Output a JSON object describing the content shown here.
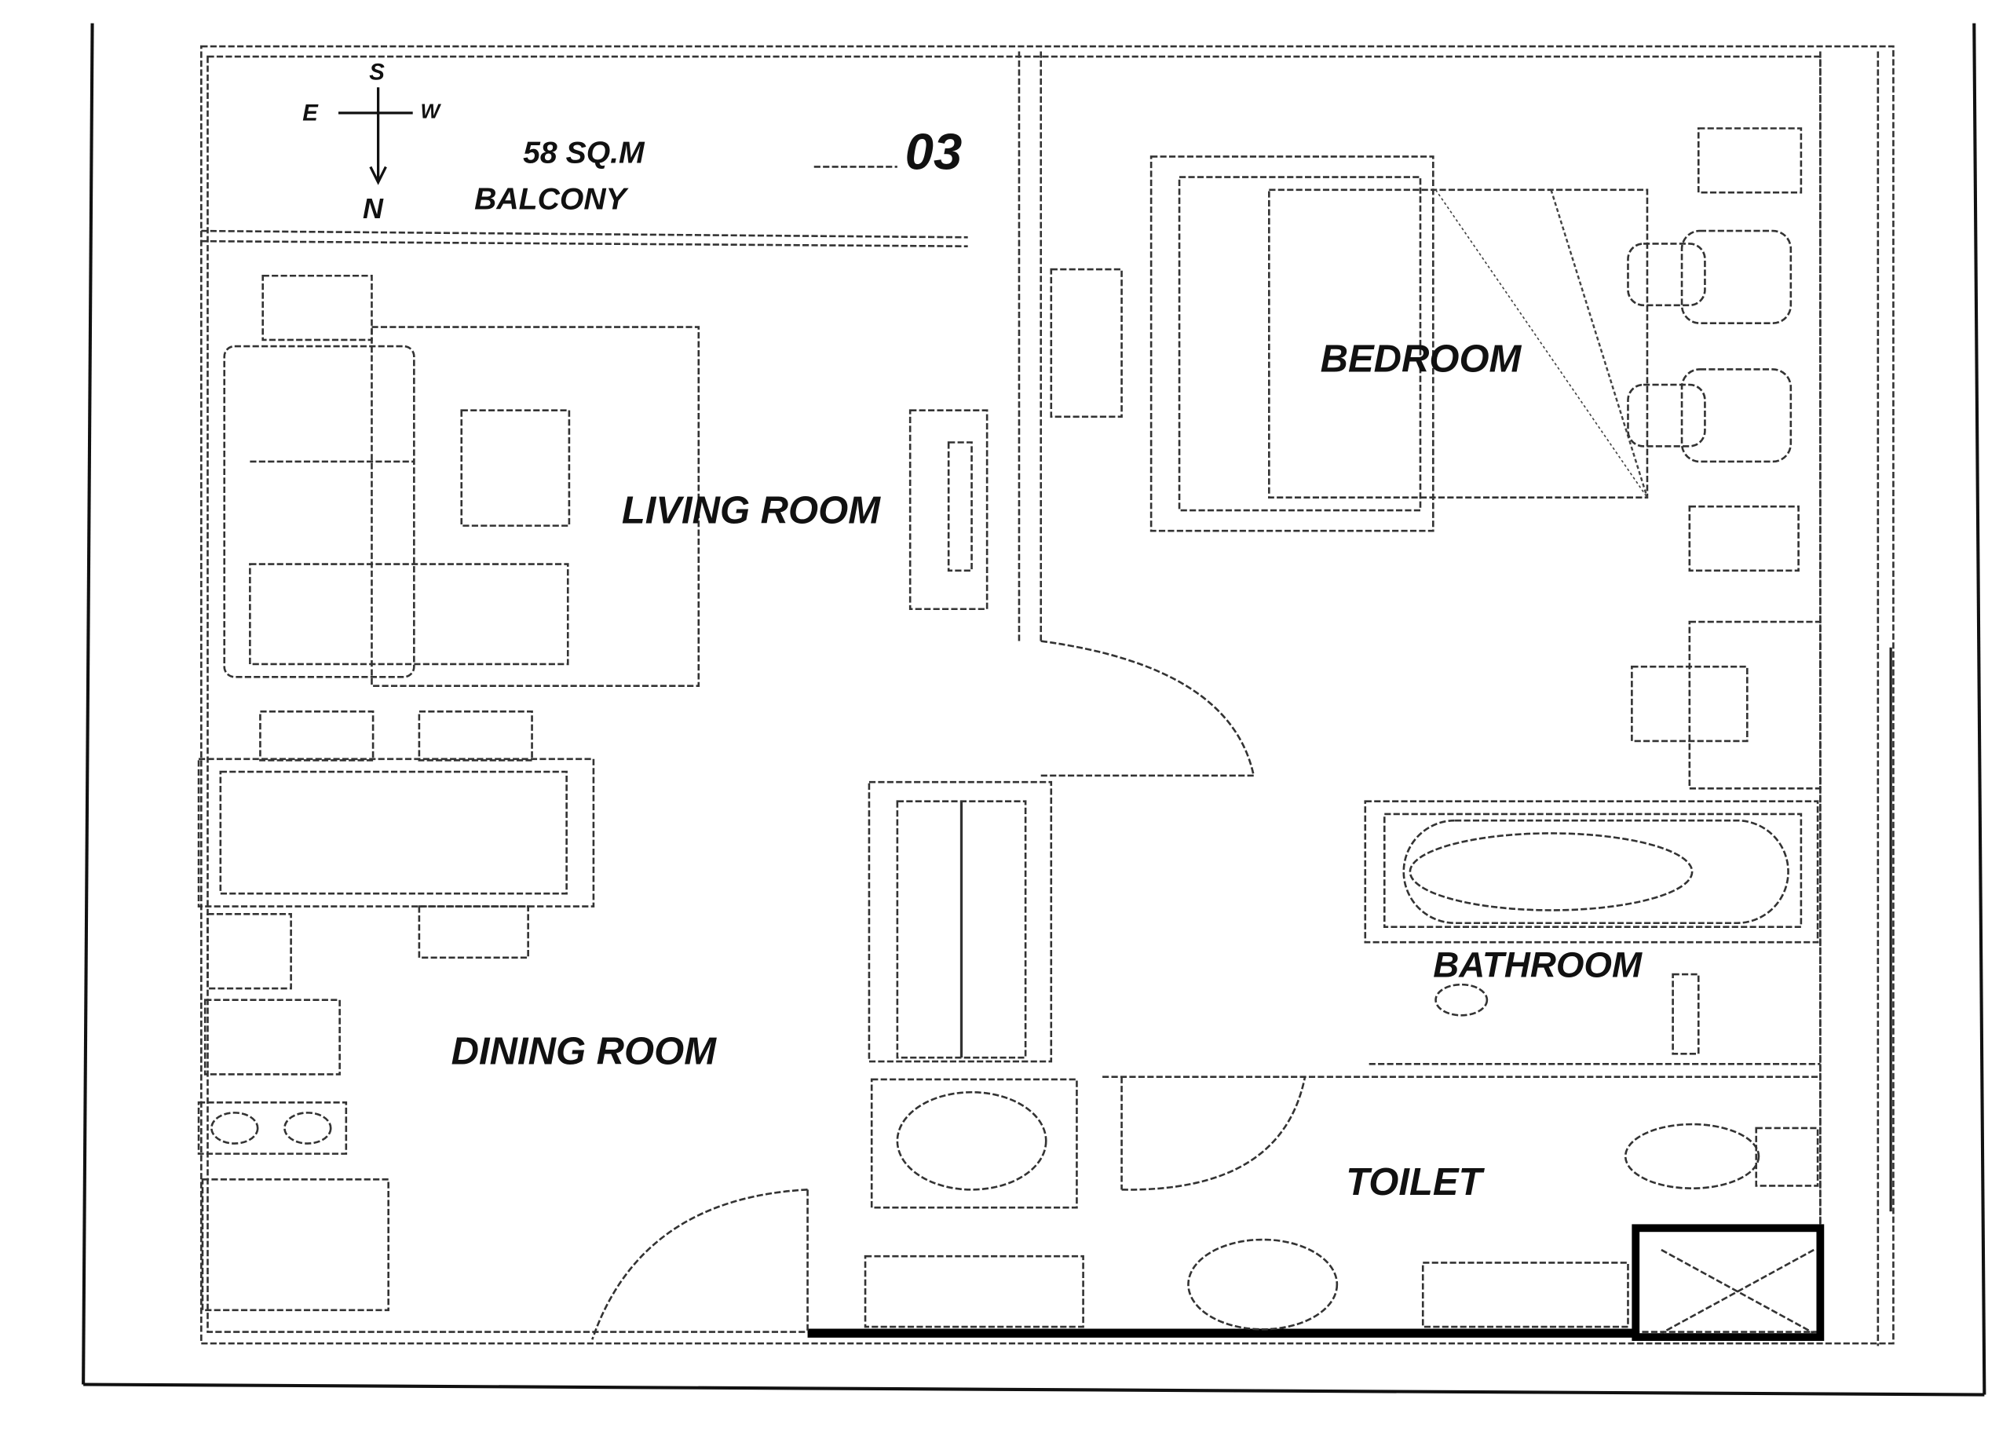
{
  "compass": {
    "south": "S",
    "east": "E",
    "west": "W",
    "north": "N"
  },
  "area": "58 SQ.M",
  "unit_number": "03",
  "rooms": {
    "balcony": "BALCONY",
    "living_room": "LIVING ROOM",
    "bedroom": "BEDROOM",
    "dining_room": "DINING ROOM",
    "bathroom": "BATHROOM",
    "toilet": "TOILET"
  },
  "colors": {
    "ink": "#111111",
    "unit_number_accent": "#3a3aa8"
  }
}
